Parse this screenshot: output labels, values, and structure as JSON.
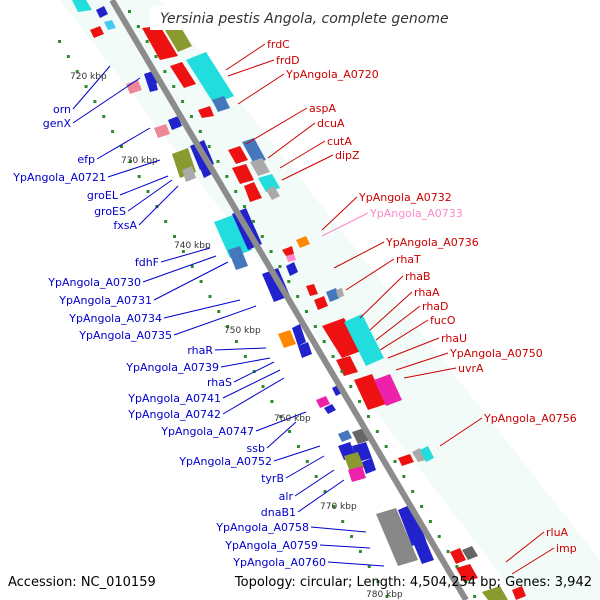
{
  "title": "Yersinia pestis Angola, complete genome",
  "footer": {
    "accession": "Accession: NC_010159",
    "topology": "Topology: circular; Length: 4,504,254 bp; Genes: 3,942"
  },
  "colors": {
    "backbone": "#8c8c8c",
    "left_labels": "#0000cc",
    "right_labels": "#cc0000",
    "faint_label": "#ff88cc",
    "tick_dots": "#2e8b2e"
  },
  "scale_labels": [
    "720 kbp",
    "730 kbp",
    "740 kbp",
    "750 kbp",
    "760 kbp",
    "770 kbp",
    "780 kbp"
  ],
  "left_genes": [
    "orn",
    "genX",
    "efp",
    "YpAngola_A0721",
    "groEL",
    "groES",
    "fxsA",
    "fdhF",
    "YpAngola_A0730",
    "YpAngola_A0731",
    "YpAngola_A0734",
    "YpAngola_A0735",
    "rhaR",
    "YpAngola_A0739",
    "rhaS",
    "YpAngola_A0741",
    "YpAngola_A0742",
    "YpAngola_A0747",
    "ssb",
    "YpAngola_A0752",
    "tyrB",
    "alr",
    "dnaB1",
    "YpAngola_A0758",
    "YpAngola_A0759",
    "YpAngola_A0760"
  ],
  "right_genes": [
    "frdC",
    "frdD",
    "YpAngola_A0720",
    "aspA",
    "dcuA",
    "cutA",
    "dipZ",
    "YpAngola_A0732",
    "YpAngola_A0733",
    "YpAngola_A0736",
    "rhaT",
    "rhaB",
    "rhaA",
    "rhaD",
    "fucO",
    "rhaU",
    "YpAngola_A0750",
    "uvrA",
    "YpAngola_A0756",
    "rluA",
    "imp"
  ]
}
